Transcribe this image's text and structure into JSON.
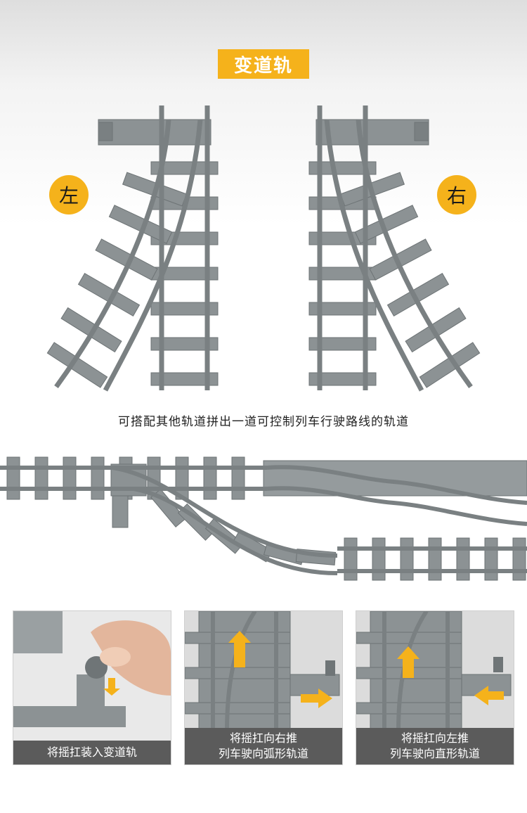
{
  "title": "变道轨",
  "left_label": "左",
  "right_label": "右",
  "caption": "可搭配其他轨道拼出一道可控制列车行驶路线的轨道",
  "panels": [
    {
      "line1": "将摇扛装入变道轨"
    },
    {
      "line1": "将摇扛向右推",
      "line2": "列车驶向弧形轨道"
    },
    {
      "line1": "将摇扛向左推",
      "line2": "列车驶向直形轨道"
    }
  ],
  "colors": {
    "accent": "#f5b21b",
    "track": "#8c9294",
    "track_dark": "#6d7375",
    "label_bg": "#5b5b5b"
  }
}
